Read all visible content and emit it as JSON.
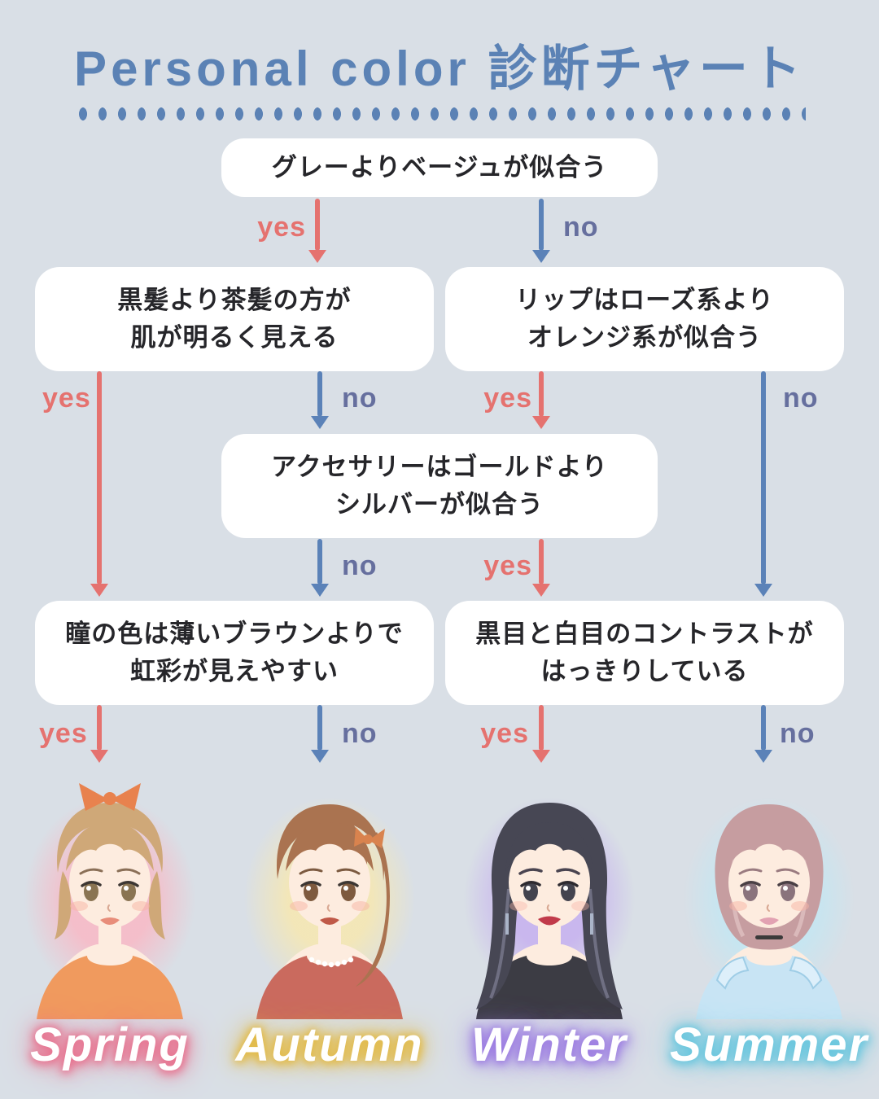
{
  "title": "Personal color 診断チャート",
  "colors": {
    "background": "#d9dfe6",
    "title": "#5b82b5",
    "dots": "#5b82b5",
    "box_bg": "#ffffff",
    "box_text": "#26262a",
    "yes": "#e5726f",
    "no_arrow": "#5b82b8",
    "no_label": "#666f9e",
    "skin": "#fdecdf"
  },
  "questions": [
    {
      "id": "q1",
      "lines": [
        "グレーよりベージュが似合う"
      ]
    },
    {
      "id": "q2",
      "lines": [
        "黒髪より茶髪の方が",
        "肌が明るく見える"
      ]
    },
    {
      "id": "q3",
      "lines": [
        "リップはローズ系より",
        "オレンジ系が似合う"
      ]
    },
    {
      "id": "q4",
      "lines": [
        "アクセサリーはゴールドより",
        "シルバーが似合う"
      ]
    },
    {
      "id": "q5",
      "lines": [
        "瞳の色は薄いブラウンよりで",
        "虹彩が見えやすい"
      ]
    },
    {
      "id": "q6",
      "lines": [
        "黒目と白目のコントラストが",
        "はっきりしている"
      ]
    }
  ],
  "edges": [
    {
      "from": "q1",
      "to": "q2",
      "answer": "yes"
    },
    {
      "from": "q1",
      "to": "q3",
      "answer": "no"
    },
    {
      "from": "q2",
      "to": "q5",
      "answer": "yes"
    },
    {
      "from": "q2",
      "to": "q4",
      "answer": "no"
    },
    {
      "from": "q3",
      "to": "q4",
      "answer": "yes"
    },
    {
      "from": "q3",
      "to": "q6",
      "answer": "no"
    },
    {
      "from": "q4",
      "to": "q5",
      "answer": "no"
    },
    {
      "from": "q4",
      "to": "q6",
      "answer": "yes"
    },
    {
      "from": "q5",
      "to": "Spring",
      "answer": "yes"
    },
    {
      "from": "q5",
      "to": "Autumn",
      "answer": "no"
    },
    {
      "from": "q6",
      "to": "Winter",
      "answer": "yes"
    },
    {
      "from": "q6",
      "to": "Summer",
      "answer": "no"
    }
  ],
  "results": [
    {
      "name": "Spring",
      "colors": {
        "glow": "#f6bcc8",
        "label_glow": "#e8718e",
        "hair": "#cfa878",
        "hair_light": "#ead6b0",
        "dress": "#f09a5e",
        "iris": "#8a7452",
        "lips": "#e88d7a",
        "accent": "#e8824e"
      }
    },
    {
      "name": "Autumn",
      "colors": {
        "glow": "#f4e7b6",
        "label_glow": "#e3ba45",
        "hair": "#aa7350",
        "hair_light": "#cf9a6a",
        "dress": "#ca6a5e",
        "iris": "#7e5a3e",
        "lips": "#c05948",
        "accent": "#d9834e"
      }
    },
    {
      "name": "Winter",
      "colors": {
        "glow": "#c8b5ee",
        "label_glow": "#9c7ce2",
        "hair": "#474754",
        "hair_light": "#8a8aa2",
        "dress": "#3c3c44",
        "iris": "#43434e",
        "lips": "#c13a4a",
        "accent": "#aab4c8"
      }
    },
    {
      "name": "Summer",
      "colors": {
        "glow": "#c2e7f3",
        "label_glow": "#66c6de",
        "hair": "#c69da0",
        "hair_light": "#e3c4c4",
        "dress": "#c8e4f4",
        "iris": "#8a737c",
        "lips": "#e2a2b2",
        "accent": "#3a3a3a"
      }
    }
  ]
}
